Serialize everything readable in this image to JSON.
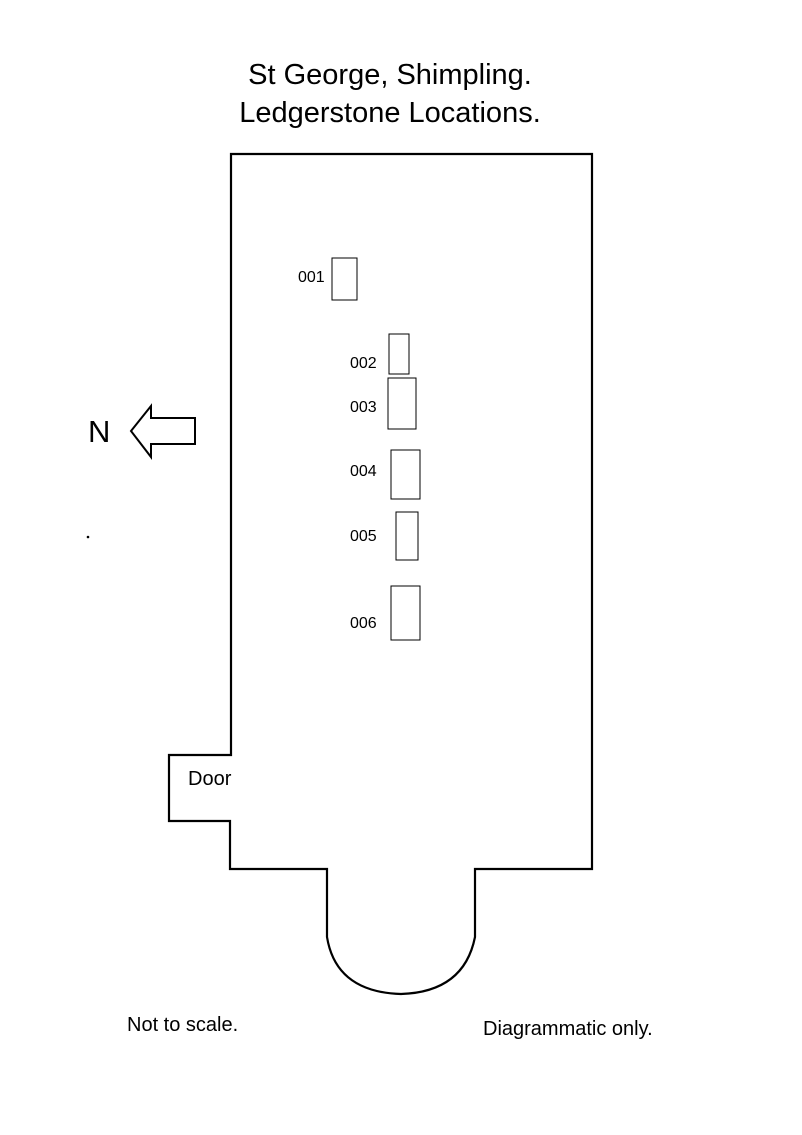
{
  "title": {
    "line1": "St George, Shimpling.",
    "line2": "Ledgerstone Locations."
  },
  "north_label": "N",
  "door_label": "Door",
  "notes": {
    "left": "Not to scale.",
    "right": "Diagrammatic only."
  },
  "ledgerstones": [
    {
      "id": "001"
    },
    {
      "id": "002"
    },
    {
      "id": "003"
    },
    {
      "id": "004"
    },
    {
      "id": "005"
    },
    {
      "id": "006"
    }
  ],
  "colors": {
    "line": "#000000",
    "background": "#ffffff"
  },
  "icons": {
    "north_arrow": "left-arrow-outline-icon"
  }
}
